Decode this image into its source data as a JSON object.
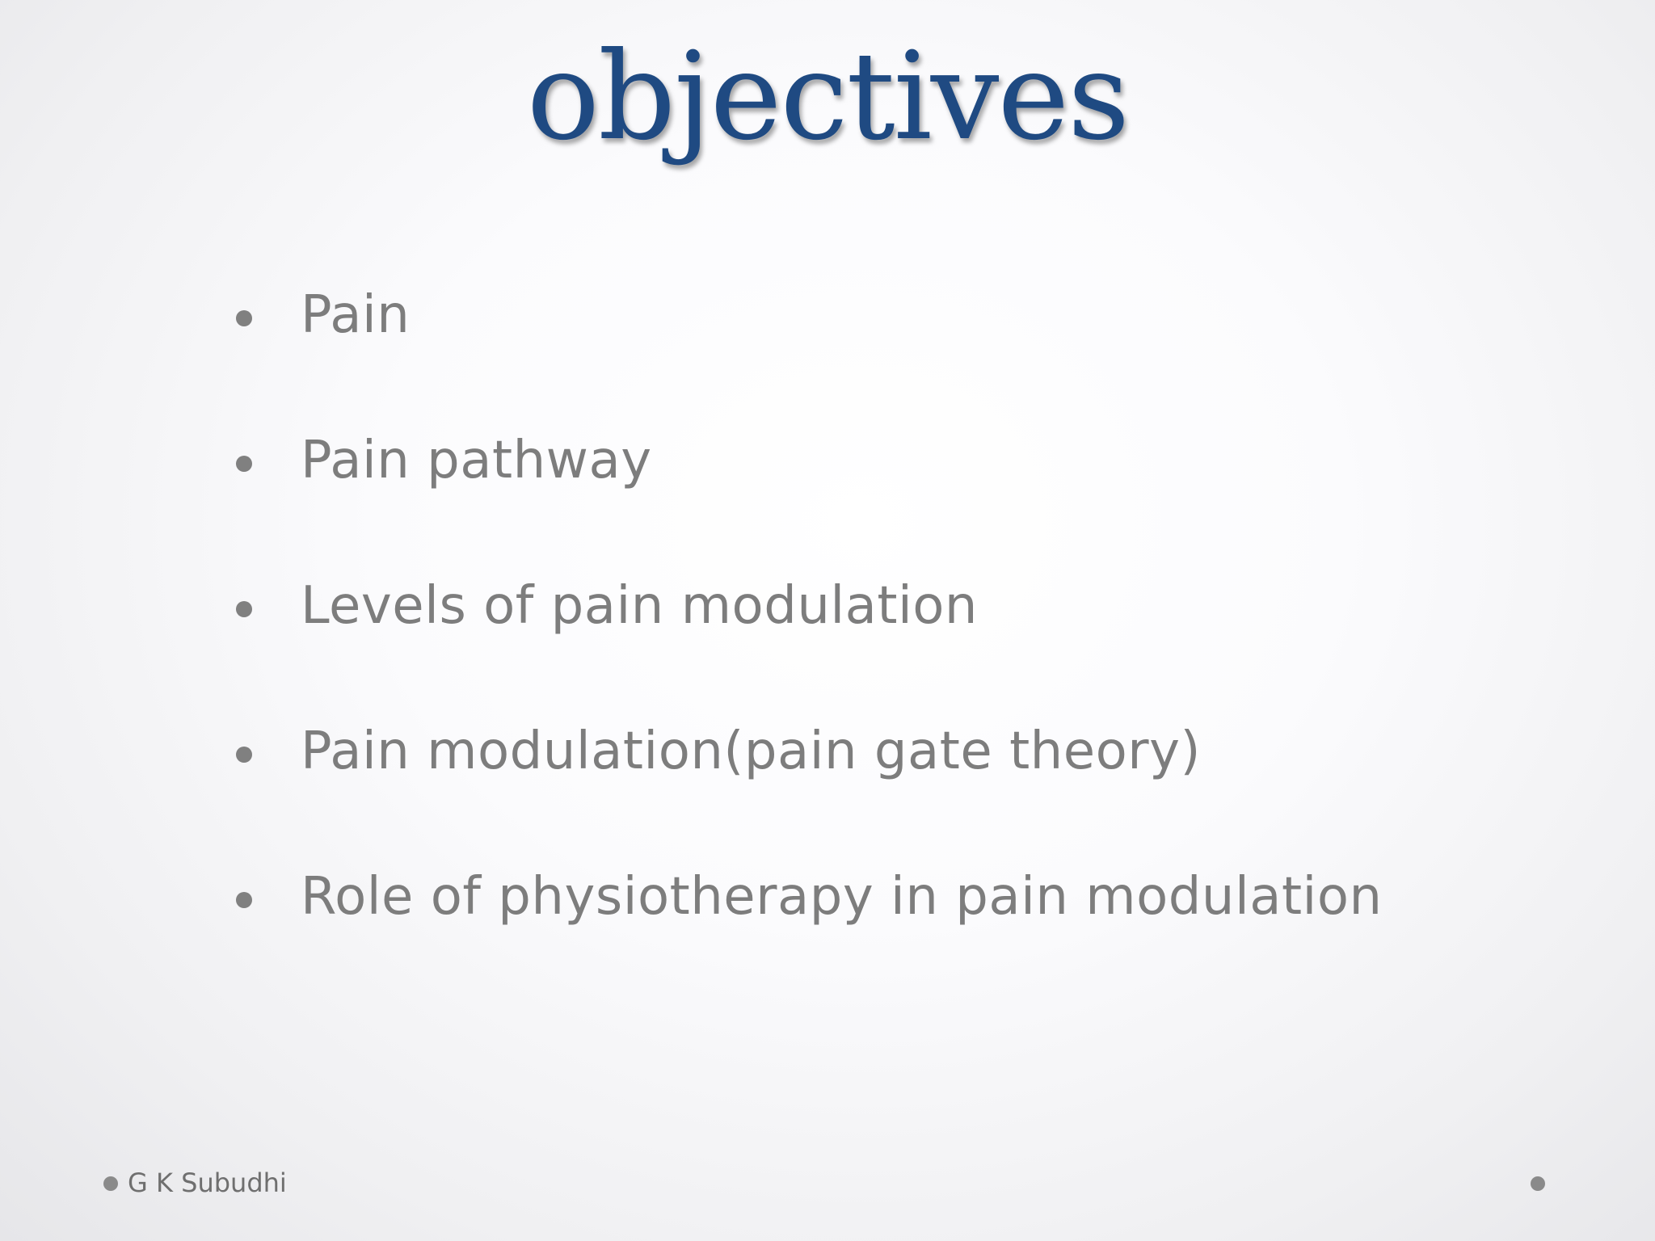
{
  "slide": {
    "title": "objectives",
    "bullets": [
      "Pain",
      "Pain pathway",
      "Levels of pain modulation",
      "Pain modulation(pain gate theory)",
      "Role of physiotherapy in pain modulation"
    ],
    "footer": {
      "author": "G K Subudhi"
    }
  },
  "colors": {
    "title": "#1f4a82",
    "body_text": "#7d7d7d",
    "bullet": "#808080"
  }
}
